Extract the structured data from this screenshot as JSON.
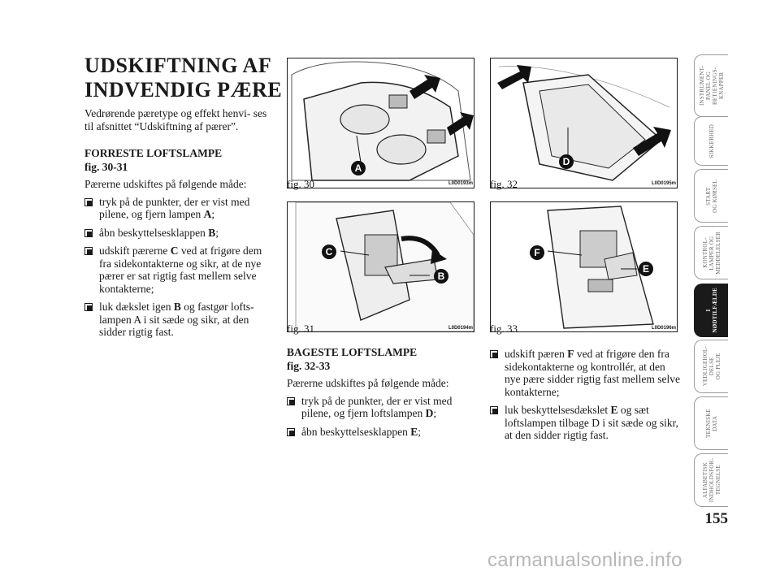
{
  "title_lines": [
    "UDSKIFTNING AF",
    "INDVENDIG PÆRE"
  ],
  "intro": "Vedrørende pæretype og effekt henvi- ses til afsnittet “Udskiftning af pærer”.",
  "front": {
    "heading1": "FORRESTE LOFTSLAMPE",
    "heading2": "fig. 30-31",
    "lead": "Pærerne udskiftes på følgende måde:",
    "steps": [
      {
        "pre": "tryk på de punkter, der er vist med pilene, og fjern lampen ",
        "bold": "A",
        "post": ";"
      },
      {
        "pre": "åbn beskyttelsesklappen ",
        "bold": "B",
        "post": ";"
      },
      {
        "pre": "udskift pærerne ",
        "bold": "C",
        "post": " ved at frigøre dem fra sidekontakterne og sikr, at de nye pærer er sat rigtig fast mellem selve kontakterne;"
      },
      {
        "pre": "luk dækslet igen ",
        "bold": "B",
        "post": " og fastgør lofts- lampen A i sit sæde og sikr, at den sidder rigtig fast."
      }
    ]
  },
  "rear": {
    "heading1": "BAGESTE LOFTSLAMPE",
    "heading2": "fig. 32-33",
    "lead": "Pærerne udskiftes på følgende måde:",
    "steps": [
      {
        "pre": "tryk på de punkter, der er vist med pilene, og fjern loftslampen ",
        "bold": "D",
        "post": ";"
      },
      {
        "pre": "åbn beskyttelsesklappen ",
        "bold": "E",
        "post": ";"
      }
    ]
  },
  "rear_cont": {
    "steps": [
      {
        "pre": "udskift pæren ",
        "bold": "F",
        "post": " ved at frigøre den fra sidekontakterne og kontrollér, at den nye pære sidder rigtig fast mellem selve kontakterne;"
      },
      {
        "pre": "luk beskyttelsesdækslet ",
        "bold": "E",
        "post": " og sæt loftslampen tilbage D i sit sæde og sikr, at den sidder rigtig fast."
      }
    ]
  },
  "figures": [
    {
      "caption": "fig. 30",
      "code": "L0D0193m",
      "markers": [
        "A"
      ]
    },
    {
      "caption": "fig. 31",
      "code": "L0D0194m",
      "markers": [
        "C",
        "B"
      ]
    },
    {
      "caption": "fig. 32",
      "code": "L0D0195m",
      "markers": [
        "D"
      ]
    },
    {
      "caption": "fig. 33",
      "code": "L0D0196m",
      "markers": [
        "F",
        "E"
      ]
    }
  ],
  "tabs": [
    {
      "label": "INSTRUMENT-\nPANEL OG\nBETJENINGS-\nKNAPPER",
      "active": false
    },
    {
      "label": "SIKKERHED",
      "active": false
    },
    {
      "label": "START\nOG KØRSEL",
      "active": false
    },
    {
      "label": "KONTROL-\nLAMPER OG\nMEDDELELSER",
      "active": false
    },
    {
      "label": "I\nNØDTILFÆLDE",
      "active": true
    },
    {
      "label": "VEDLIGEHOL-\nDELSE\nOG PLEJE",
      "active": false
    },
    {
      "label": "TEKNISKE\nDATA",
      "active": false
    },
    {
      "label": "ALFABETISK\nINDHOLDSFOR-\nTEGNELSE",
      "active": false
    }
  ],
  "page_number": "155",
  "watermark": "carmanualsonline.info",
  "colors": {
    "text": "#1a1a1a",
    "tab_border": "#9a9a9a",
    "active_tab": "#1a1a1a",
    "watermark": "#b7b7b7"
  }
}
